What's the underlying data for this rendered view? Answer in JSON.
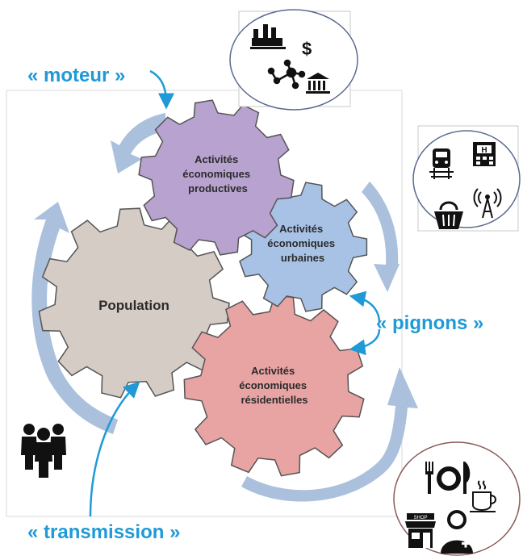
{
  "labels": {
    "moteur": "« moteur »",
    "pignons": "« pignons »",
    "transmission": "« transmission »"
  },
  "gears": {
    "productive": {
      "lines": [
        "Activités",
        "économiques",
        "productives"
      ],
      "color": "#b8a2cf"
    },
    "urban": {
      "lines": [
        "Activités",
        "économiques",
        "urbaines"
      ],
      "color": "#a8c2e6"
    },
    "population": {
      "lines": [
        "Population"
      ],
      "color": "#d4ccc5"
    },
    "residential": {
      "lines": [
        "Activités",
        "économiques",
        "résidentielles"
      ],
      "color": "#e8a3a3"
    }
  },
  "colors": {
    "accent": "#1f9ad6",
    "flow_arrow": "#aac0dd",
    "gear_outline": "#555555"
  },
  "icons": {
    "productive_circle": [
      "factory-icon",
      "dollar-icon",
      "network-icon",
      "bank-icon"
    ],
    "urban_box": [
      "train-icon",
      "hospital-icon",
      "basket-icon",
      "antenna-icon"
    ],
    "residential_circle": [
      "restaurant-icon",
      "coffee-icon",
      "shop-icon",
      "doctor-icon"
    ],
    "people": "people-icon"
  }
}
